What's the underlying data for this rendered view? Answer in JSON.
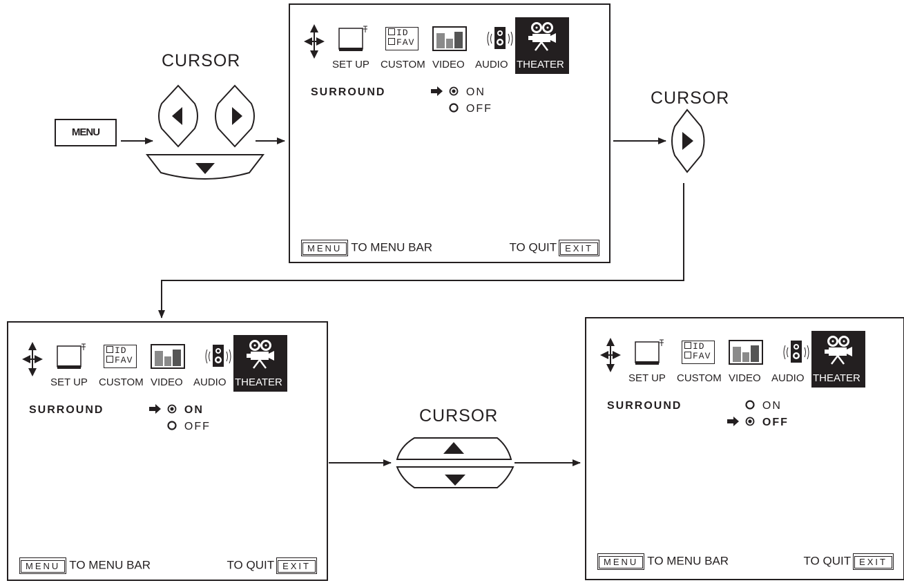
{
  "remote": {
    "menu_button": "MENU",
    "cursor_labels": [
      "CURSOR",
      "CURSOR",
      "CURSOR"
    ]
  },
  "tabs": [
    "SET UP",
    "CUSTOM",
    "VIDEO",
    "AUDIO",
    "THEATER"
  ],
  "custom_icon_text": [
    "ID",
    "FAV"
  ],
  "screens": [
    {
      "setting_label": "SURROUND",
      "options": [
        "ON",
        "OFF"
      ],
      "selected": "ON",
      "footer": {
        "menu_key": "MENU",
        "menu_text": "TO MENU BAR",
        "quit_text": "TO QUIT",
        "exit_key": "EXIT"
      }
    },
    {
      "setting_label": "SURROUND",
      "options": [
        "ON",
        "OFF"
      ],
      "selected": "ON",
      "footer": {
        "menu_key": "MENU",
        "menu_text": "TO MENU BAR",
        "quit_text": "TO QUIT",
        "exit_key": "EXIT"
      }
    },
    {
      "setting_label": "SURROUND",
      "options": [
        "ON",
        "OFF"
      ],
      "selected": "OFF",
      "footer": {
        "menu_key": "MENU",
        "menu_text": "TO MENU BAR",
        "quit_text": "TO QUIT",
        "exit_key": "EXIT"
      }
    }
  ],
  "colors": {
    "ink": "#231f20",
    "background": "#ffffff",
    "bar_fill": "#8a8a8a"
  }
}
